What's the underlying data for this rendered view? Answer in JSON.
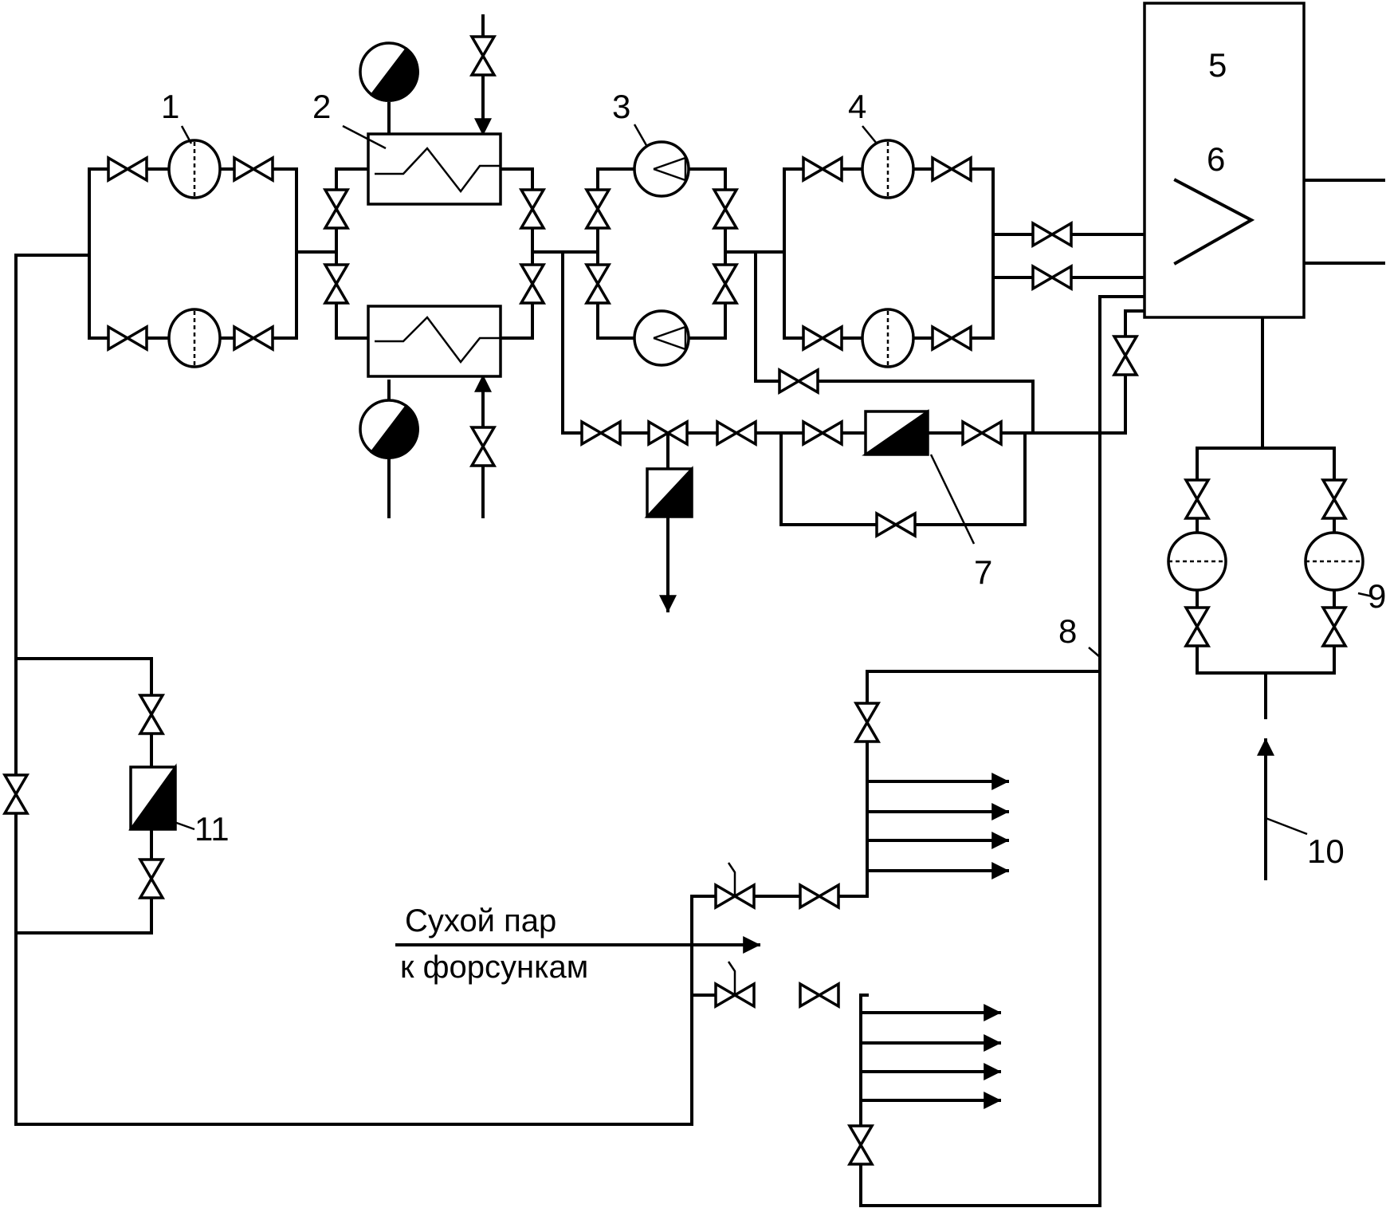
{
  "labels": {
    "n1": "1",
    "n2": "2",
    "n3": "3",
    "n4": "4",
    "n5": "5",
    "n6": "6",
    "n7": "7",
    "n8": "8",
    "n9": "9",
    "n10": "10",
    "n11": "11"
  },
  "caption": {
    "line1": "Сухой пар",
    "line2": "к форсункам"
  },
  "colors": {
    "ink": "#000000",
    "background": "#ffffff"
  }
}
